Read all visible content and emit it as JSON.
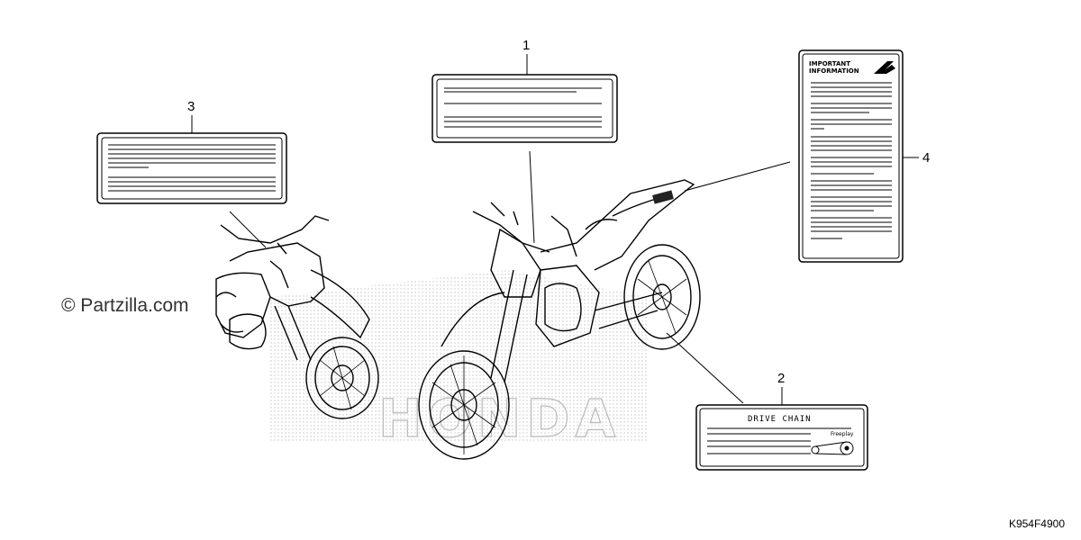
{
  "watermark": "© Partzilla.com",
  "diagram_code": "K954F4900",
  "callouts": [
    "1",
    "2",
    "3",
    "4"
  ],
  "labels": {
    "drive_chain_title": "DRIVE CHAIN",
    "drive_chain_small": "Freeplay",
    "important_info_line1": "IMPORTANT",
    "important_info_line2": "INFORMATION"
  },
  "background_brand_text": "HONDA"
}
